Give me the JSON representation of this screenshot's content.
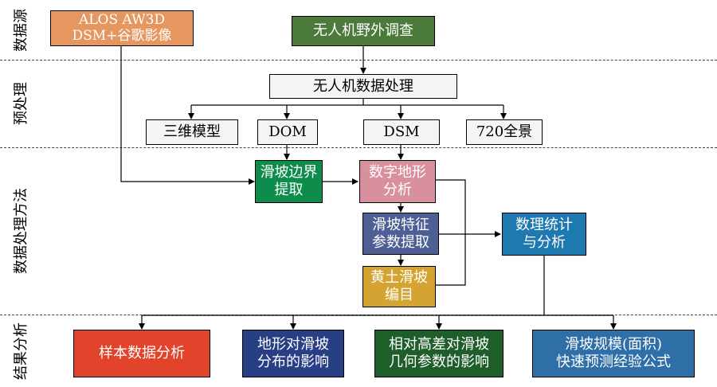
{
  "stages": {
    "data_source": "数据源",
    "preprocess": "预处理",
    "processing": "数据处理方法",
    "results": "结果分析"
  },
  "nodes": {
    "alos": {
      "line1": "ALOS AW3D",
      "line2": "DSM+谷歌影像",
      "color": "#E6975F"
    },
    "uav_survey": {
      "label": "无人机野外调查",
      "color": "#4B7A3A"
    },
    "uav_processing": {
      "label": "无人机数据处理"
    },
    "model_3d": {
      "label": "三维模型"
    },
    "dom": {
      "label": "DOM"
    },
    "dsm": {
      "label": "DSM"
    },
    "panorama": {
      "label": "720全景"
    },
    "boundary": {
      "line1": "滑坡边界",
      "line2": "提取",
      "color": "#0E8C4B"
    },
    "terrain": {
      "line1": "数字地形",
      "line2": "分析",
      "color": "#D9909E"
    },
    "feature": {
      "line1": "滑坡特征",
      "line2": "参数提取",
      "color": "#4E5F95"
    },
    "loess": {
      "line1": "黄土滑坡",
      "line2": "编目",
      "color": "#D4A332"
    },
    "stats": {
      "line1": "数理统计",
      "line2": "与分析",
      "color": "#1E79B0"
    },
    "sample": {
      "label": "样本数据分析",
      "color": "#E1432B"
    },
    "terrain_effect": {
      "line1": "地形对滑坡",
      "line2": "分布的影响",
      "color": "#283F86"
    },
    "relief_effect": {
      "line1": "相对高差对滑坡",
      "line2": "几何参数的影响",
      "color": "#1E5E2B"
    },
    "scale_formula": {
      "line1": "滑坡规模(面积)",
      "line2": "快速预测经验公式",
      "color": "#2E6FA8"
    }
  }
}
